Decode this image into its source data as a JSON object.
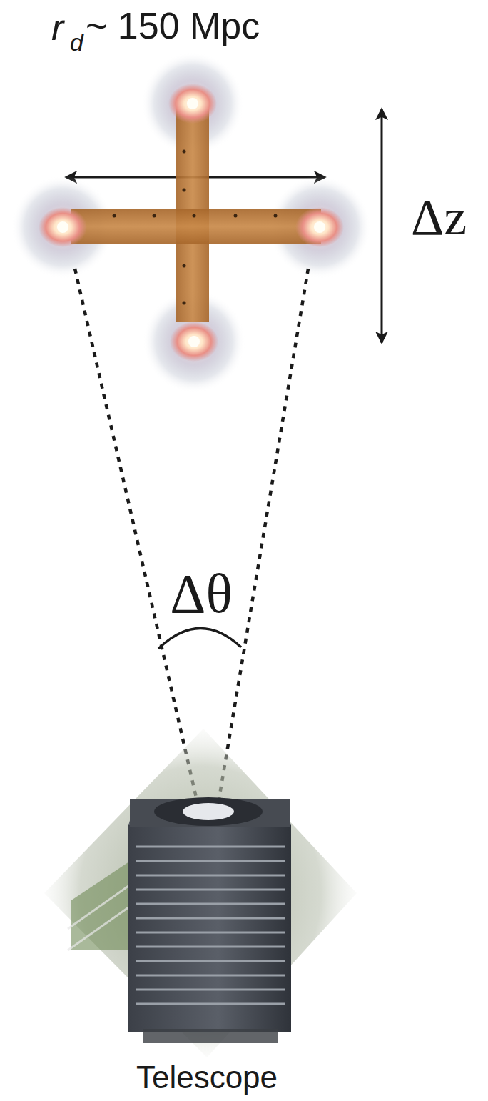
{
  "diagram": {
    "labels": [
      "r",
      "d",
      "~ 150 Mpc",
      "Δz",
      "Δθ",
      "Telescope"
    ]
  }
}
